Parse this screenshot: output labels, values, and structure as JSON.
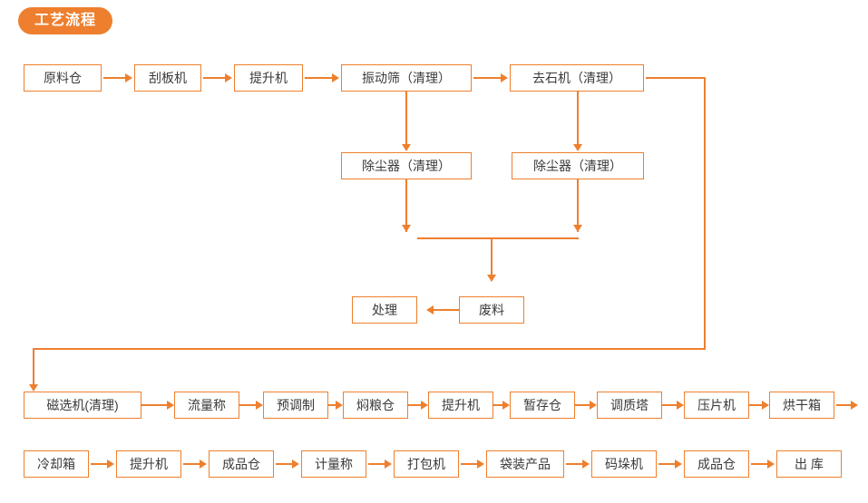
{
  "header": {
    "title": "工艺流程",
    "pill_color": "#EE7F2E"
  },
  "theme": {
    "accent": "#EE7F2E",
    "node_border": "#EE7F2E",
    "node_bg": "#FFFFFF",
    "text": "#3A3A3A",
    "page_bg": "#FFFFFF"
  },
  "flow": {
    "row1": [
      {
        "label": "原料仓"
      },
      {
        "label": "刮板机"
      },
      {
        "label": "提升机"
      },
      {
        "label": "振动筛（清理）"
      },
      {
        "label": "去石机（清理）"
      }
    ],
    "row2": [
      {
        "label": "除尘器（清理）"
      },
      {
        "label": "除尘器（清理）"
      }
    ],
    "row3": [
      {
        "label": "处理"
      },
      {
        "label": "废料"
      }
    ],
    "row4": [
      {
        "label": "磁选机(清理)"
      },
      {
        "label": "流量称"
      },
      {
        "label": "预调制"
      },
      {
        "label": "焖粮仓"
      },
      {
        "label": "提升机"
      },
      {
        "label": "暂存仓"
      },
      {
        "label": "调质塔"
      },
      {
        "label": "压片机"
      },
      {
        "label": "烘干箱"
      }
    ],
    "row5": [
      {
        "label": "冷却箱"
      },
      {
        "label": "提升机"
      },
      {
        "label": "成品仓"
      },
      {
        "label": "计量称"
      },
      {
        "label": "打包机"
      },
      {
        "label": "袋装产品"
      },
      {
        "label": "码垛机"
      },
      {
        "label": "成品仓"
      },
      {
        "label": "出 库"
      }
    ]
  }
}
